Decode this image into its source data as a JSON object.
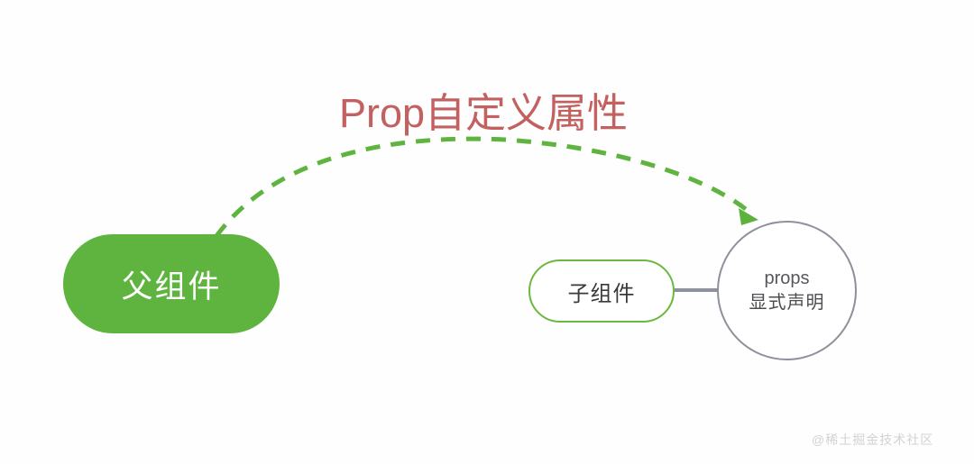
{
  "diagram": {
    "title": "Prop自定义属性",
    "title_color": "#c2615f",
    "background_color": "#fefefe",
    "nodes": {
      "parent": {
        "label": "父组件",
        "shape": "rounded-rectangle",
        "fill": "#5fb43f",
        "text_color": "#ffffff"
      },
      "child": {
        "label": "子组件",
        "shape": "rounded-rectangle",
        "fill": "#ffffff",
        "stroke": "#6cb83f",
        "text_color": "#3a3a3a"
      },
      "props": {
        "label_line1": "props",
        "label_line2": "显式声明",
        "shape": "circle",
        "fill": "#ffffff",
        "stroke": "#8e909c",
        "text_color": "#56565c"
      }
    },
    "connectors": {
      "prop_flow": {
        "style": "dashed",
        "color": "#5fb43f",
        "arrowhead": "triangle",
        "from": "parent",
        "to": "props"
      },
      "child_props_link": {
        "style": "solid",
        "color": "#8e909c",
        "from": "child",
        "to": "props"
      }
    },
    "watermark": "@稀土掘金技术社区"
  }
}
